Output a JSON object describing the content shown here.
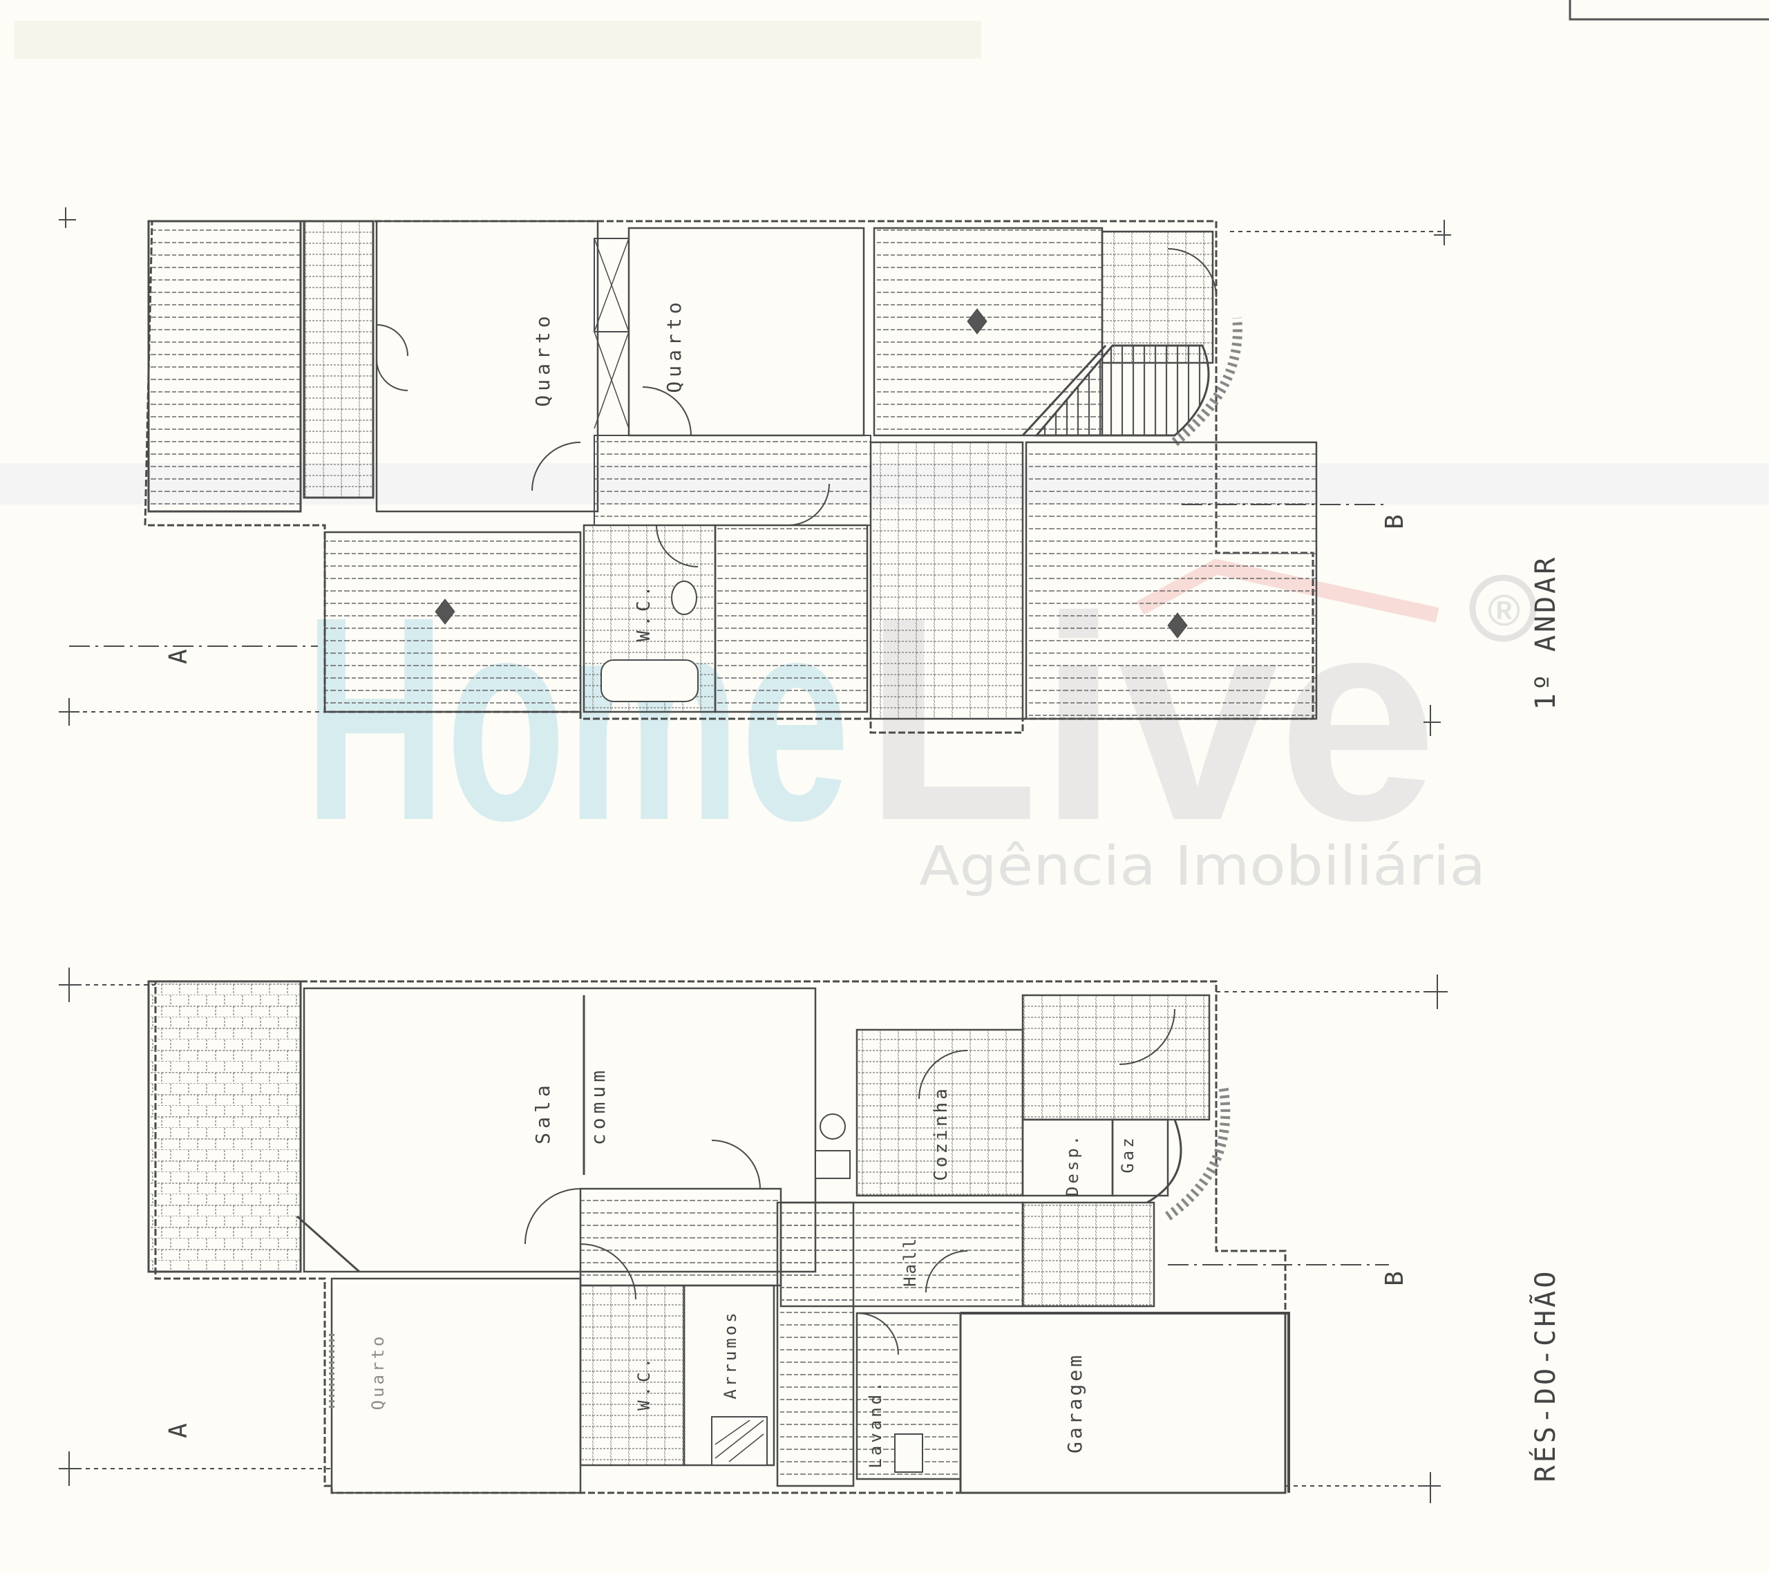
{
  "floors": {
    "upper": {
      "caption": "1º ANDAR",
      "rooms": [
        "Quarto",
        "Quarto",
        "W.C."
      ],
      "section_marks": [
        "A",
        "B"
      ]
    },
    "ground": {
      "caption": "RÉS-DO-CHÃO",
      "rooms": [
        "Sala",
        "comum",
        "Cozinha",
        "Desp.",
        "Gaz",
        "Hall",
        "Arrumos",
        "W.C.",
        "Lavand.",
        "Garagem",
        "Quarto"
      ],
      "section_marks": [
        "A",
        "B"
      ]
    }
  },
  "watermark": {
    "brand": "HomeLive",
    "registered": "®",
    "tagline": "Agência Imobiliária",
    "colors": {
      "brand_blue": "#bfe3ea",
      "brand_grey": "#d9d9d9",
      "accent_red": "#f4c7c3"
    }
  },
  "colors": {
    "ink": "#4a4a4a",
    "paper": "#fdfcf7"
  }
}
